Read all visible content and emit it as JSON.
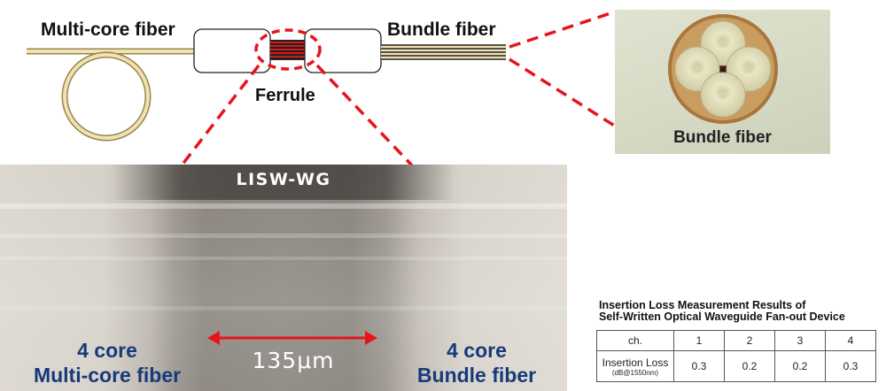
{
  "diagram": {
    "left_label": "Multi-core fiber",
    "right_label": "Bundle fiber",
    "ferrule_label": "Ferrule"
  },
  "photo": {
    "label": "Bundle fiber"
  },
  "micrograph": {
    "title": "LISW-WG",
    "scale_label": "135μm",
    "left_caption": [
      "4 core",
      "Multi-core fiber"
    ],
    "right_caption": [
      "4 core",
      "Bundle fiber"
    ]
  },
  "table": {
    "title_line1": "Insertion Loss Measurement Results of",
    "title_line2": "Self-Written Optical Waveguide Fan-out Device",
    "header_label": "ch.",
    "channels": [
      "1",
      "2",
      "3",
      "4"
    ],
    "row_label": "Insertion Loss",
    "row_sublabel": "(dB@1550nm)",
    "values": [
      "0.3",
      "0.2",
      "0.2",
      "0.3"
    ]
  },
  "colors": {
    "dashed_line": "#e8141c",
    "fiber_fill": "#f0e2b2",
    "fiber_stroke": "#a08c55",
    "caption_blue": "#163a7a",
    "arrow_red": "#e8141c"
  }
}
